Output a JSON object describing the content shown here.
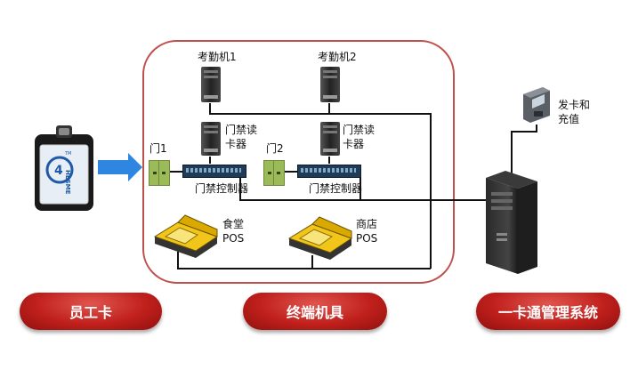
{
  "labels": {
    "attendance1": "考勤机1",
    "attendance2": "考勤机2",
    "reader1": "门禁读卡器",
    "reader2": "门禁读卡器",
    "door1": "门1",
    "door2": "门2",
    "controller1": "门禁控制器",
    "controller2": "门禁控制器",
    "canteen": "食堂POS",
    "shop": "商店POS",
    "issue": "发卡和充值"
  },
  "pills": {
    "card": "员工卡",
    "terminal": "终端机具",
    "system": "一卡通管理系统"
  },
  "badge": {
    "brand": "HESME",
    "tm": "TM"
  },
  "colors": {
    "pill_red": "#c0201c",
    "arrow_blue": "#2f86e0",
    "border_red": "#c0504d",
    "door_green": "#9bbb59"
  }
}
